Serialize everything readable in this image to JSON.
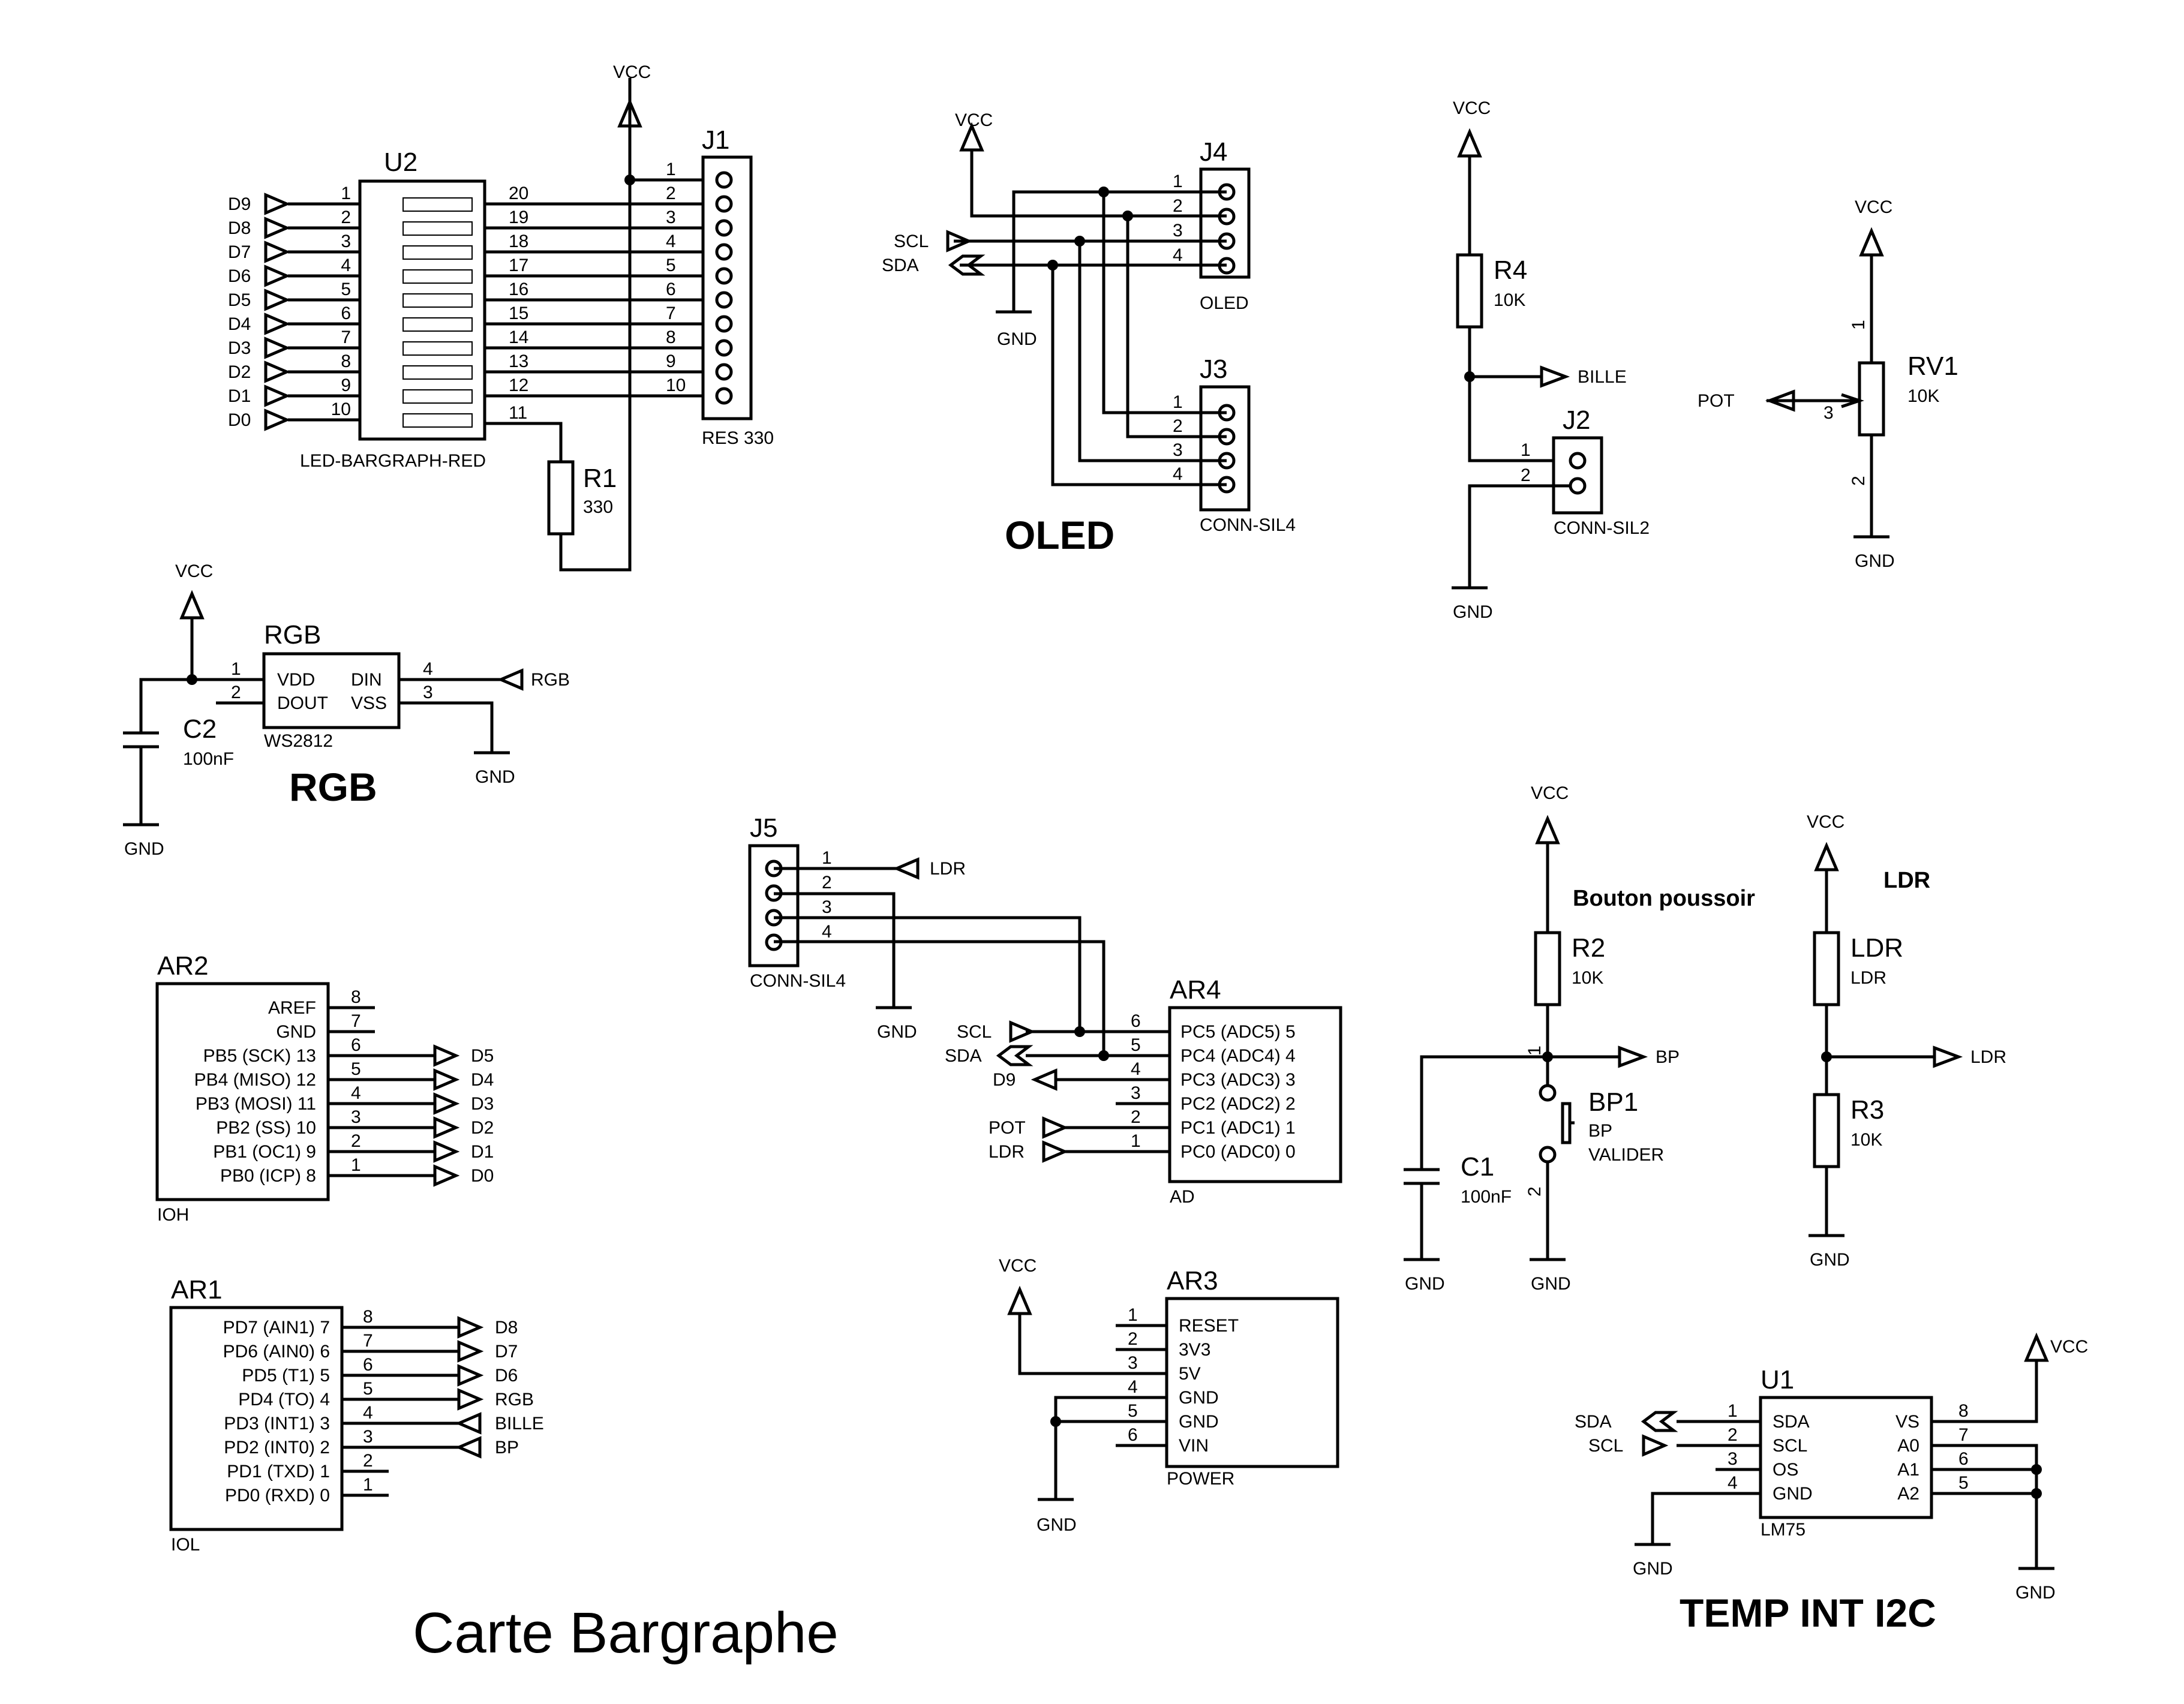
{
  "power": {
    "vcc": "VCC",
    "gnd": "GND"
  },
  "titles": {
    "board": "Carte Bargraphe",
    "oled": "OLED",
    "rgb": "RGB",
    "temp": "TEMP INT I2C",
    "bouton": "Bouton poussoir",
    "ldr": "LDR"
  },
  "u2": {
    "ref": "U2",
    "value": "LED-BARGRAPH-RED",
    "left_nets": [
      "D9",
      "D8",
      "D7",
      "D6",
      "D5",
      "D4",
      "D3",
      "D2",
      "D1",
      "D0"
    ],
    "left_pins": [
      "1",
      "2",
      "3",
      "4",
      "5",
      "6",
      "7",
      "8",
      "9",
      "10"
    ],
    "right_pins": [
      "20",
      "19",
      "18",
      "17",
      "16",
      "15",
      "14",
      "13",
      "12",
      "11"
    ]
  },
  "j1": {
    "ref": "J1",
    "value": "RES 330",
    "pins": [
      "1",
      "2",
      "3",
      "4",
      "5",
      "6",
      "7",
      "8",
      "9",
      "10"
    ]
  },
  "r1": {
    "ref": "R1",
    "value": "330"
  },
  "j4": {
    "ref": "J4",
    "value": "OLED",
    "pins": [
      "1",
      "2",
      "3",
      "4"
    ]
  },
  "j3": {
    "ref": "J3",
    "value": "CONN-SIL4",
    "pins": [
      "1",
      "2",
      "3",
      "4"
    ]
  },
  "oled_nets": {
    "scl": "SCL",
    "sda": "SDA"
  },
  "r4": {
    "ref": "R4",
    "value": "10K",
    "net": "BILLE"
  },
  "j2": {
    "ref": "J2",
    "value": "CONN-SIL2",
    "pins": [
      "1",
      "2"
    ]
  },
  "rv1": {
    "ref": "RV1",
    "value": "10K",
    "net": "POT",
    "pins": [
      "1",
      "2",
      "3"
    ]
  },
  "rgb": {
    "ref": "RGB",
    "value": "WS2812",
    "pin_names": [
      "VDD",
      "DOUT",
      "DIN",
      "VSS"
    ],
    "pins": [
      "1",
      "2",
      "4",
      "3"
    ],
    "net": "RGB"
  },
  "c2": {
    "ref": "C2",
    "value": "100nF"
  },
  "j5": {
    "ref": "J5",
    "value": "CONN-SIL4",
    "pins": [
      "1",
      "2",
      "3",
      "4"
    ],
    "net": "LDR"
  },
  "ar4": {
    "ref": "AR4",
    "value": "AD",
    "pin_names": [
      "PC5 (ADC5) 5",
      "PC4 (ADC4) 4",
      "PC3 (ADC3) 3",
      "PC2 (ADC2) 2",
      "PC1 (ADC1) 1",
      "PC0 (ADC0) 0"
    ],
    "pins": [
      "6",
      "5",
      "4",
      "3",
      "2",
      "1"
    ],
    "nets": [
      "SCL",
      "SDA",
      "D9",
      "",
      "POT",
      "LDR"
    ]
  },
  "ar2": {
    "ref": "AR2",
    "value": "IOH",
    "pin_names": [
      "AREF",
      "GND",
      "PB5 (SCK)  13",
      "PB4 (MISO)  12",
      "PB3 (MOSI)  11",
      "PB2 (SS)  10",
      "PB1 (OC1) 9",
      "PB0 (ICP) 8"
    ],
    "pins": [
      "8",
      "7",
      "6",
      "5",
      "4",
      "3",
      "2",
      "1"
    ],
    "nets": [
      "",
      "",
      "D5",
      "D4",
      "D3",
      "D2",
      "D1",
      "D0"
    ]
  },
  "ar1": {
    "ref": "AR1",
    "value": "IOL",
    "pin_names": [
      "PD7 (AIN1) 7",
      "PD6 (AIN0) 6",
      "PD5 (T1) 5",
      "PD4 (TO) 4",
      "PD3 (INT1) 3",
      "PD2 (INT0) 2",
      "PD1 (TXD) 1",
      "PD0 (RXD) 0"
    ],
    "pins": [
      "8",
      "7",
      "6",
      "5",
      "4",
      "3",
      "2",
      "1"
    ],
    "nets": [
      "D8",
      "D7",
      "D6",
      "RGB",
      "BILLE",
      "BP",
      "",
      ""
    ]
  },
  "ar3": {
    "ref": "AR3",
    "value": "POWER",
    "pin_names": [
      "RESET",
      "3V3",
      "5V",
      "GND",
      "GND",
      "VIN"
    ],
    "pins": [
      "1",
      "2",
      "3",
      "4",
      "5",
      "6"
    ]
  },
  "r2": {
    "ref": "R2",
    "value": "10K",
    "net": "BP"
  },
  "bp1": {
    "ref": "BP1",
    "value1": "BP",
    "value2": "VALIDER",
    "pins": [
      "1",
      "2"
    ]
  },
  "c1": {
    "ref": "C1",
    "value": "100nF"
  },
  "ldr_part": {
    "ref": "LDR",
    "value": "LDR",
    "net": "LDR"
  },
  "r3": {
    "ref": "R3",
    "value": "10K"
  },
  "u1": {
    "ref": "U1",
    "value": "LM75",
    "left_names": [
      "SDA",
      "SCL",
      "OS",
      "GND"
    ],
    "left_pins": [
      "1",
      "2",
      "3",
      "4"
    ],
    "right_names": [
      "VS",
      "A0",
      "A1",
      "A2"
    ],
    "right_pins": [
      "8",
      "7",
      "6",
      "5"
    ],
    "nets": [
      "SDA",
      "SCL"
    ]
  }
}
